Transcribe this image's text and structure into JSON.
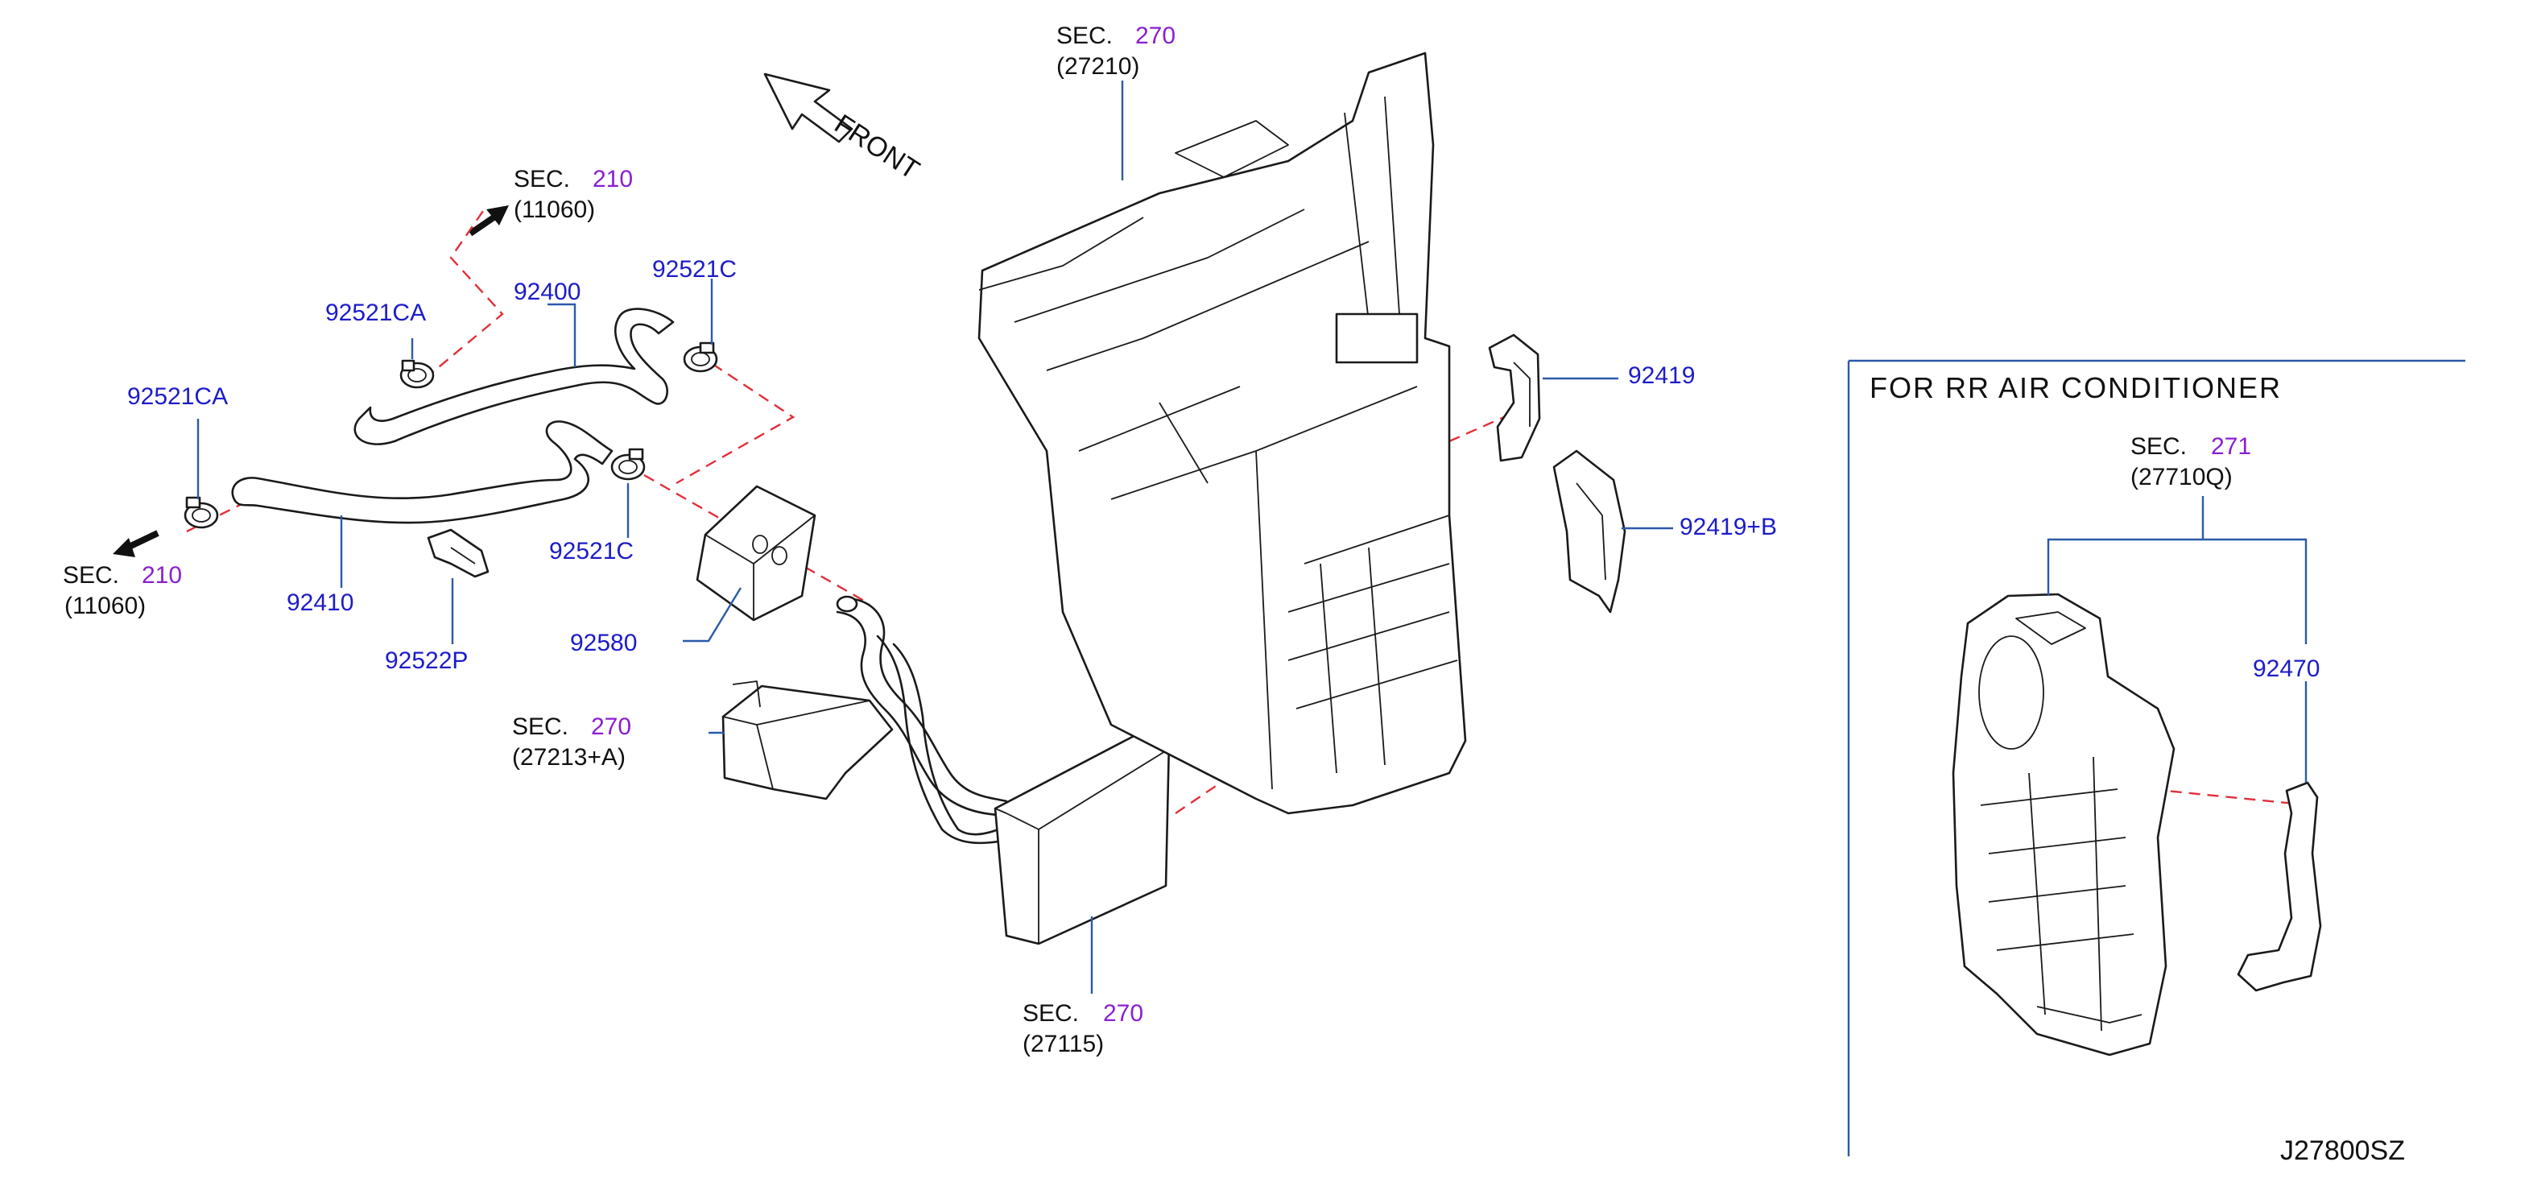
{
  "colors": {
    "part_number": "#1c1cc8",
    "section_number": "#8a1fd0",
    "leader": "#2b5aa8",
    "dash": "#e0303a",
    "line": "#1a1a1a"
  },
  "front_label": "FRONT",
  "diagram_code": "J27800SZ",
  "inset_title": "FOR  RR  AIR  CONDITIONER",
  "parts": {
    "p92400": "92400",
    "p92410": "92410",
    "p92521CA_top": "92521CA",
    "p92521CA_left": "92521CA",
    "p92521C_top": "92521C",
    "p92521C_mid": "92521C",
    "p92522P": "92522P",
    "p92580": "92580",
    "p92419": "92419",
    "p92419B": "92419+B",
    "p92470": "92470"
  },
  "sections": {
    "sec_top_left": {
      "prefix": "SEC.",
      "num": "210",
      "code": "(11060)"
    },
    "sec_left": {
      "prefix": "SEC.",
      "num": "210",
      "code": "(11060)"
    },
    "sec_top": {
      "prefix": "SEC.",
      "num": "270",
      "code": "(27210)"
    },
    "sec_cover": {
      "prefix": "SEC.",
      "num": "270",
      "code": "(27213+A)"
    },
    "sec_core": {
      "prefix": "SEC.",
      "num": "270",
      "code": "(27115)"
    },
    "sec_rr": {
      "prefix": "SEC.",
      "num": "271",
      "code": "(27710Q)"
    }
  }
}
